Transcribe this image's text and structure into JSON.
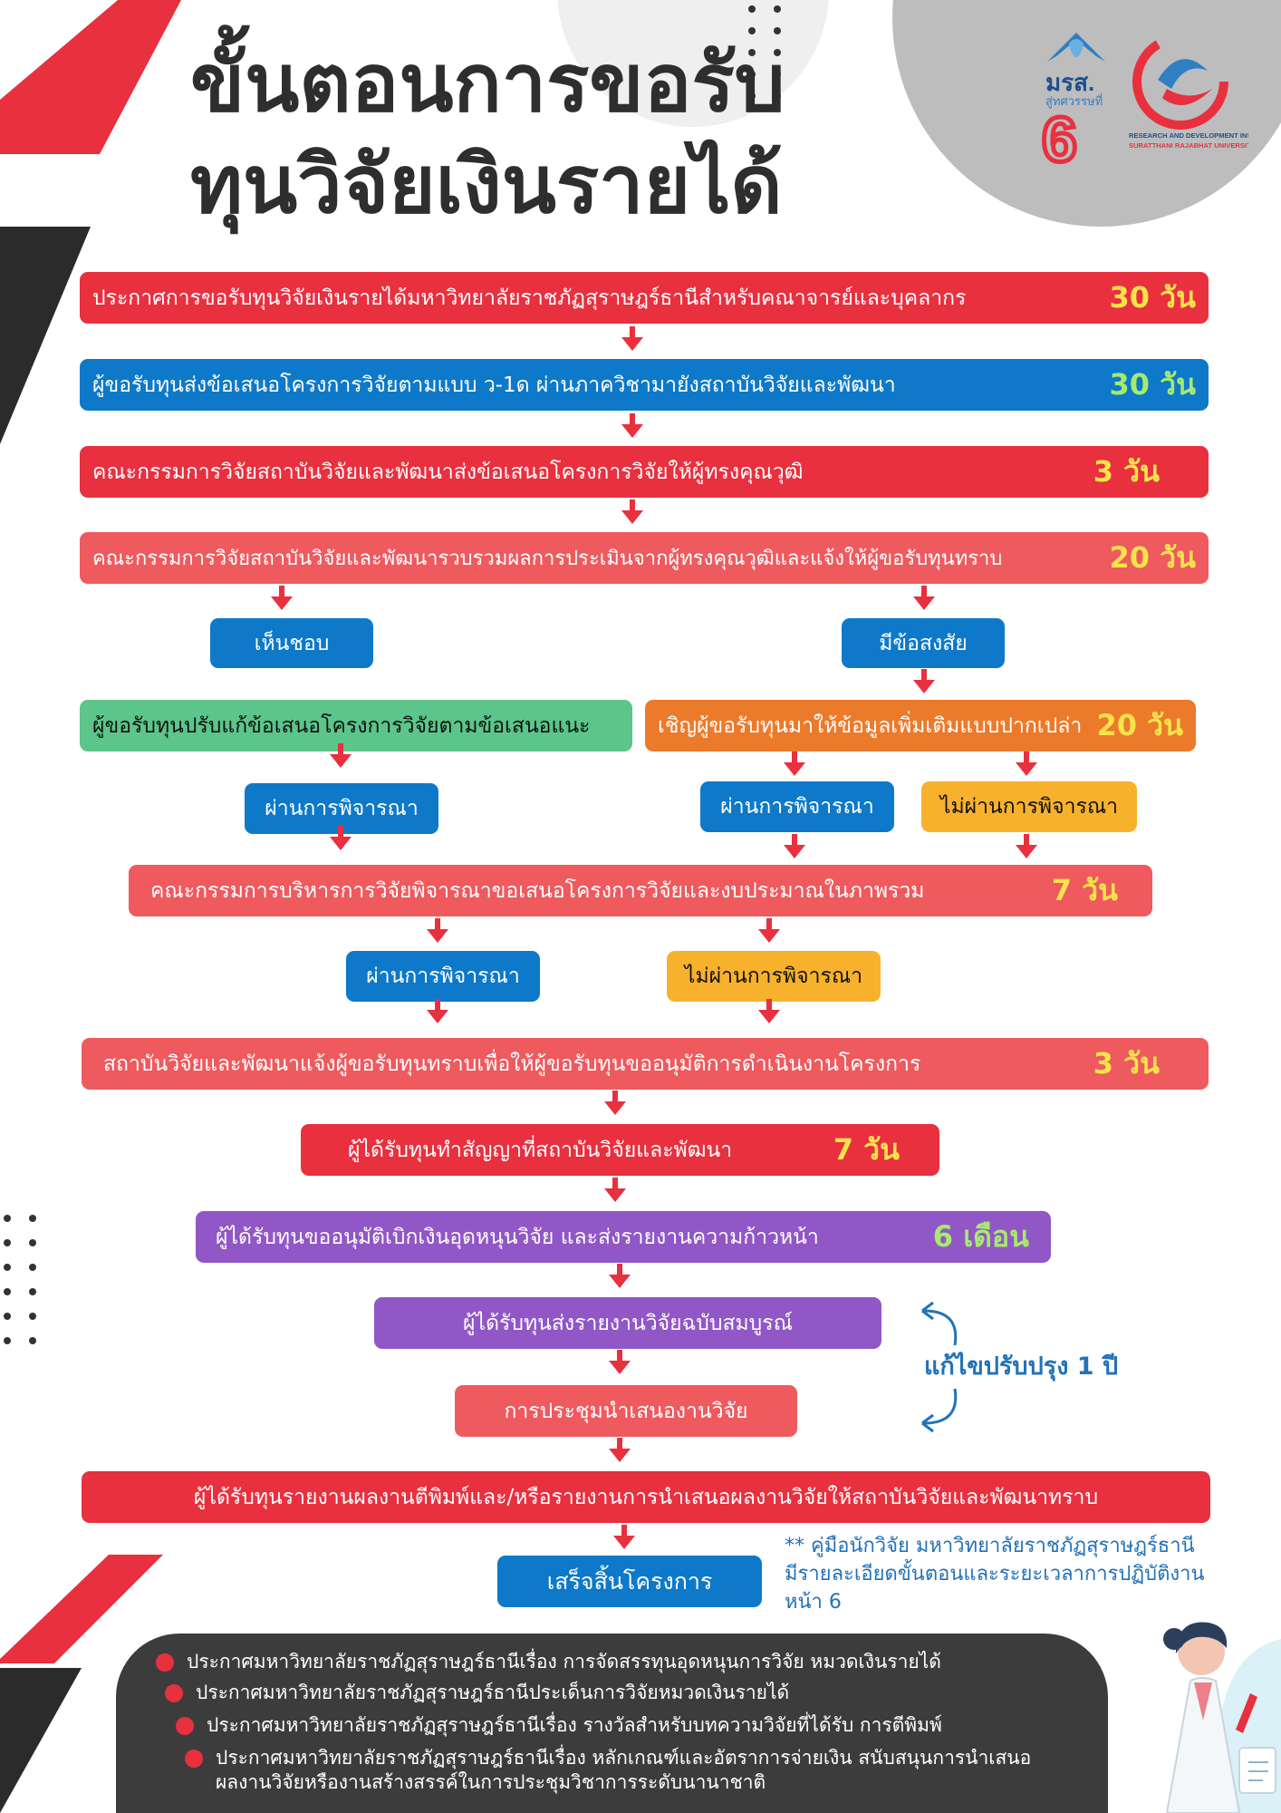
{
  "title": {
    "line1": "ขั้นตอนการขอรับ",
    "line2": "ทุนวิจัยเงินรายได้"
  },
  "logos": {
    "left_text": "มรส.",
    "left_sub": "สู่ทศวรรษที่",
    "left_number": "6",
    "right_line1": "RESEARCH AND DEVELOPMENT INSTITUTE",
    "right_line2": "SURATTHANI RAJABHAT UNIVERSITY"
  },
  "steps": {
    "s1": {
      "text": "ประกาศการขอรับทุนวิจัยเงินรายได้มหาวิทยาลัยราชภัฏสุราษฎร์ธานีสำหรับคณาจารย์และบุคลากร",
      "duration": "30 วัน"
    },
    "s2": {
      "text": "ผู้ขอรับทุนส่งข้อเสนอโครงการวิจัยตามแบบ ว-1ด ผ่านภาควิชามายังสถาบันวิจัยและพัฒนา",
      "duration": "30 วัน"
    },
    "s3": {
      "text": "คณะกรรมการวิจัยสถาบันวิจัยและพัฒนาส่งข้อเสนอโครงการวิจัยให้ผู้ทรงคุณวุฒิ",
      "duration": "3 วัน"
    },
    "s4": {
      "text": "คณะกรรมการวิจัยสถาบันวิจัยและพัฒนารวบรวมผลการประเมินจากผู้ทรงคุณวุฒิและแจ้งให้ผู้ขอรับทุนทราบ",
      "duration": "20 วัน"
    },
    "agree": "เห็นชอบ",
    "doubt": "มีข้อสงสัย",
    "revise": "ผู้ขอรับทุนปรับแก้ข้อเสนอโครงการวิจัยตามข้อเสนอแนะ",
    "invite": {
      "text": "เชิญผู้ขอรับทุนมาให้ข้อมูลเพิ่มเติมแบบปากเปล่า",
      "duration": "20 วัน"
    },
    "pass1": "ผ่านการพิจารณา",
    "pass2": "ผ่านการพิจารณา",
    "fail1": "ไม่ผ่านการพิจารณา",
    "s5": {
      "text": "คณะกรรมการบริหารการวิจัยพิจารณาขอเสนอโครงการวิจัยและงบประมาณในภาพรวม",
      "duration": "7 วัน"
    },
    "pass3": "ผ่านการพิจารณา",
    "fail2": "ไม่ผ่านการพิจารณา",
    "s6": {
      "text": "สถาบันวิจัยและพัฒนาแจ้งผู้ขอรับทุนทราบเพื่อให้ผู้ขอรับทุนขออนุมัติการดำเนินงานโครงการ",
      "duration": "3 วัน"
    },
    "s7": {
      "text": "ผู้ได้รับทุนทำสัญญาที่สถาบันวิจัยและพัฒนา",
      "duration": "7 วัน"
    },
    "s8": {
      "text": "ผู้ได้รับทุนขออนุมัติเบิกเงินอุดหนุนวิจัย และส่งรายงานความก้าวหน้า",
      "duration": "6 เดือน"
    },
    "s9": "ผู้ได้รับทุนส่งรายงานวิจัยฉบับสมบูรณ์",
    "s10": "การประชุมนำเสนองานวิจัย",
    "s11": "ผู้ได้รับทุนรายงานผลงานตีพิมพ์และ/หรือรายงานการนำเสนอผลงานวิจัยให้สถาบันวิจัยและพัฒนาทราบ",
    "finish": "เสร็จสิ้นโครงการ",
    "fix_label": "แก้ไขปรับปรุง 1 ปี"
  },
  "note": {
    "line1": "** คู่มือนักวิจัย มหาวิทยาลัยราชภัฏสุราษฎร์ธานี",
    "line2": "มีรายละเอียดขั้นตอนและระยะเวลาการปฏิบัติงาน",
    "line3": "หน้า 6"
  },
  "references": [
    "ประกาศมหาวิทยาลัยราชภัฏสุราษฎร์ธานีเรื่อง การจัดสรรทุนอุดหนุนการวิจัย หมวดเงินรายได้",
    "ประกาศมหาวิทยาลัยราชภัฏสุราษฎร์ธานีประเด็นการวิจัยหมวดเงินรายได้",
    "ประกาศมหาวิทยาลัยราชภัฏสุราษฎร์ธานีเรื่อง รางวัลสำหรับบทความวิจัยที่ได้รับ การตีพิมพ์",
    "ประกาศมหาวิทยาลัยราชภัฏสุราษฎร์ธานีเรื่อง หลักเกณฑ์และอัตราการจ่ายเงิน สนับสนุนการนำเสนอ",
    "ผลงานวิจัยหรืองานสร้างสรรค์ในการประชุมวิชาการระดับนานาชาติ"
  ],
  "colors": {
    "red": "#e8303f",
    "blue": "#0e79c9",
    "green": "#5cc58a",
    "orange": "#ec7a2b",
    "yellow": "#f8b12d",
    "purple": "#9157c6",
    "duration_text": "#f7e34a",
    "dark": "#3c3c3c"
  }
}
